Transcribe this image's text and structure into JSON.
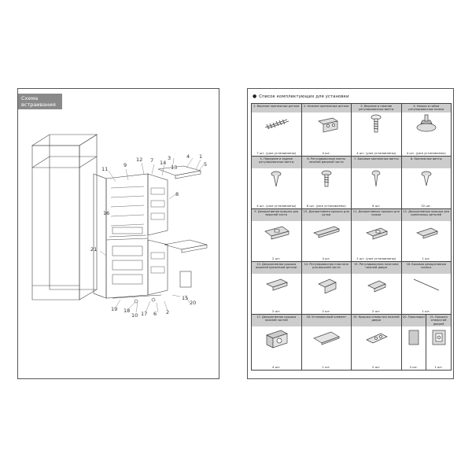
{
  "left": {
    "title": "Схема встраивания",
    "callouts": [
      "1",
      "2",
      "3",
      "4",
      "5",
      "6",
      "7",
      "8",
      "9",
      "10",
      "11",
      "12",
      "13",
      "14",
      "15",
      "16",
      "17",
      "18",
      "19",
      "20",
      "21"
    ]
  },
  "right": {
    "title": "Список комплектующих для установки",
    "items": [
      {
        "n": "1. Верхние крепежные детали",
        "qty": "7 шт. (уже установлены)"
      },
      {
        "n": "2. Нижние крепежные детали",
        "qty": "4 шт."
      },
      {
        "n": "3. Верхние и нижние регулировочные винты",
        "qty": "4 шт. (уже установлены)"
      },
      {
        "n": "4. Ножки и гайки регулировочные ножки",
        "qty": "4 шт. (уже установлены)"
      },
      {
        "n": "5. Передние и задние регулировочные винты",
        "qty": "4 шт. (уже установлены)"
      },
      {
        "n": "6. Регулировочные винты нижней дверной части",
        "qty": "8 шт. (уже установлены)"
      },
      {
        "n": "7. Боковые крепежные винты",
        "qty": "9 шт."
      },
      {
        "n": "8. Крепежные винты",
        "qty": "32 шт."
      },
      {
        "n": "9. Декоративная крышка для верхней части",
        "qty": "2 шт."
      },
      {
        "n": "10. Декоративная крышка для ручки",
        "qty": "4 шт."
      },
      {
        "n": "11. Декоративные крышки для ножки",
        "qty": "2 шт. (уже установлены)"
      },
      {
        "n": "12. Декоративные крышки для крепежных деталей",
        "qty": "1 шт."
      },
      {
        "n": "13. Декоративная крышка верхней креплёной детали",
        "qty": "2 шт."
      },
      {
        "n": "14. Регулировочная пластина для верхней части",
        "qty": "2 шт."
      },
      {
        "n": "15. Регулировочная пластина нижней двери",
        "qty": "2 шт."
      },
      {
        "n": "16. Боковая декоративная полоса",
        "qty": "1 шт."
      },
      {
        "n": "17. Декоративная крышка нижней частей",
        "qty": "4 шт."
      },
      {
        "n": "18. Установочный элемент",
        "qty": "1 шт."
      },
      {
        "n": "19. Крышка отверстия нижней двери",
        "qty": "2 шт."
      },
      {
        "n": "20. Прокладки",
        "qty": "2 шт."
      },
      {
        "n": "21. Крышки отверстий дверей",
        "qty": "1 шт."
      }
    ]
  },
  "icons": [
    "screw-icon",
    "bracket-icon",
    "foot-icon",
    "cover-icon",
    "plate-icon",
    "strip-icon",
    "gasket-icon"
  ]
}
